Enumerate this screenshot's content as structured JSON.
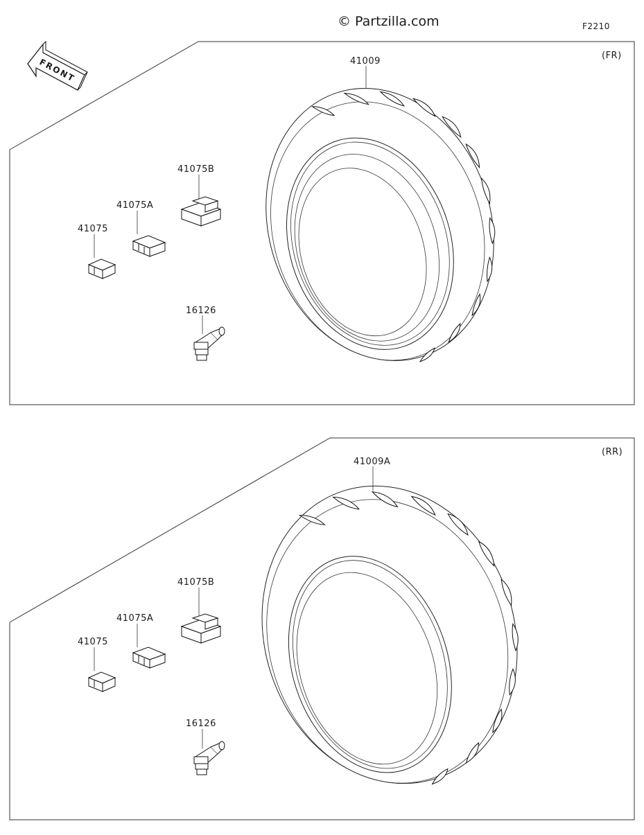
{
  "watermark": "© Partzilla.com",
  "diagram_code": "F2210",
  "front_arrow_label": "FRONT",
  "panels": [
    {
      "id": "front",
      "tag": "(FR)",
      "tire_label": "41009",
      "weight_labels": [
        "41075",
        "41075A",
        "41075B"
      ],
      "valve_label": "16126"
    },
    {
      "id": "rear",
      "tag": "(RR)",
      "tire_label": "41009A",
      "weight_labels": [
        "41075",
        "41075A",
        "41075B"
      ],
      "valve_label": "16126"
    }
  ]
}
